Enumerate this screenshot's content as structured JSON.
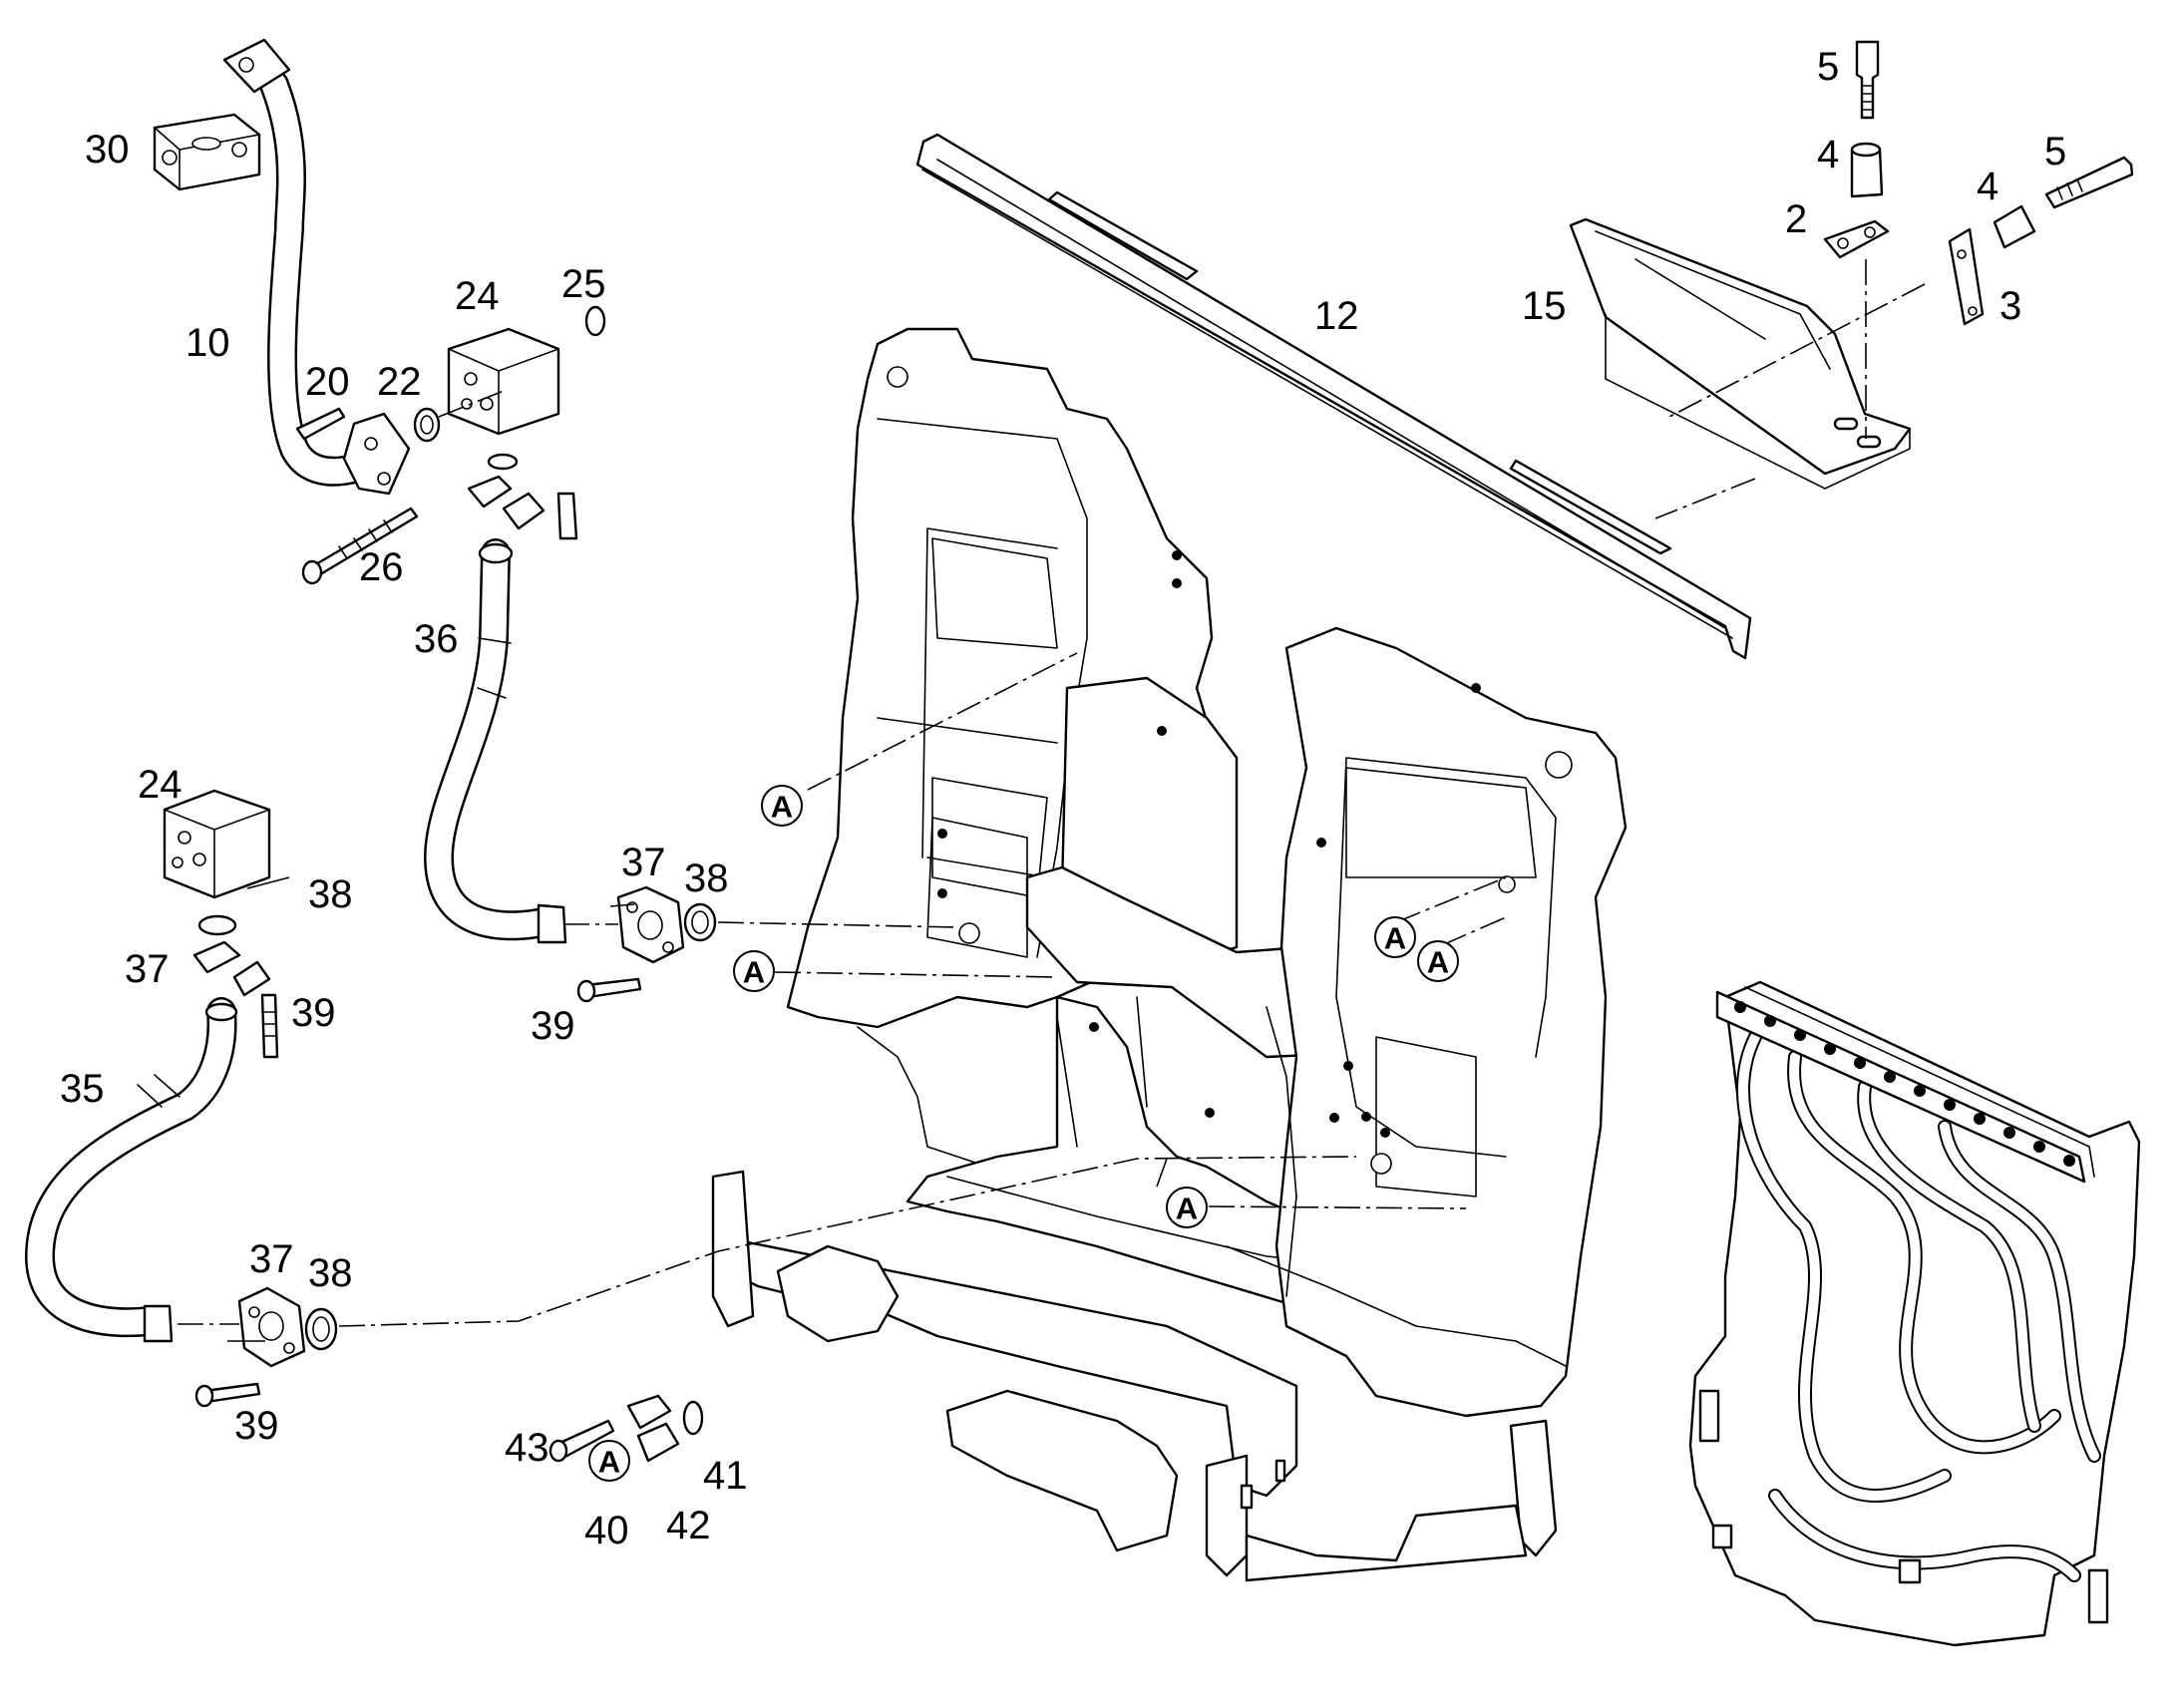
{
  "labels": {
    "p30": "30",
    "p10": "10",
    "p20": "20",
    "p22": "22",
    "p24a": "24",
    "p25": "25",
    "p26": "26",
    "p36": "36",
    "p24b": "24",
    "p38a": "38",
    "p37a": "37",
    "p39a": "39",
    "p35": "35",
    "p37b": "37",
    "p38b": "38",
    "p39b": "39",
    "p37c": "37",
    "p38c": "38",
    "p39c": "39",
    "p43": "43",
    "p40": "40",
    "p42": "42",
    "p41": "41",
    "p12": "12",
    "p15": "15",
    "p5a": "5",
    "p4a": "4",
    "p2": "2",
    "p5b": "5",
    "p4b": "4",
    "p3": "3"
  },
  "refs": {
    "a1": "A",
    "a2": "A",
    "a3": "A",
    "a4": "A",
    "a5": "A",
    "a6": "A"
  }
}
